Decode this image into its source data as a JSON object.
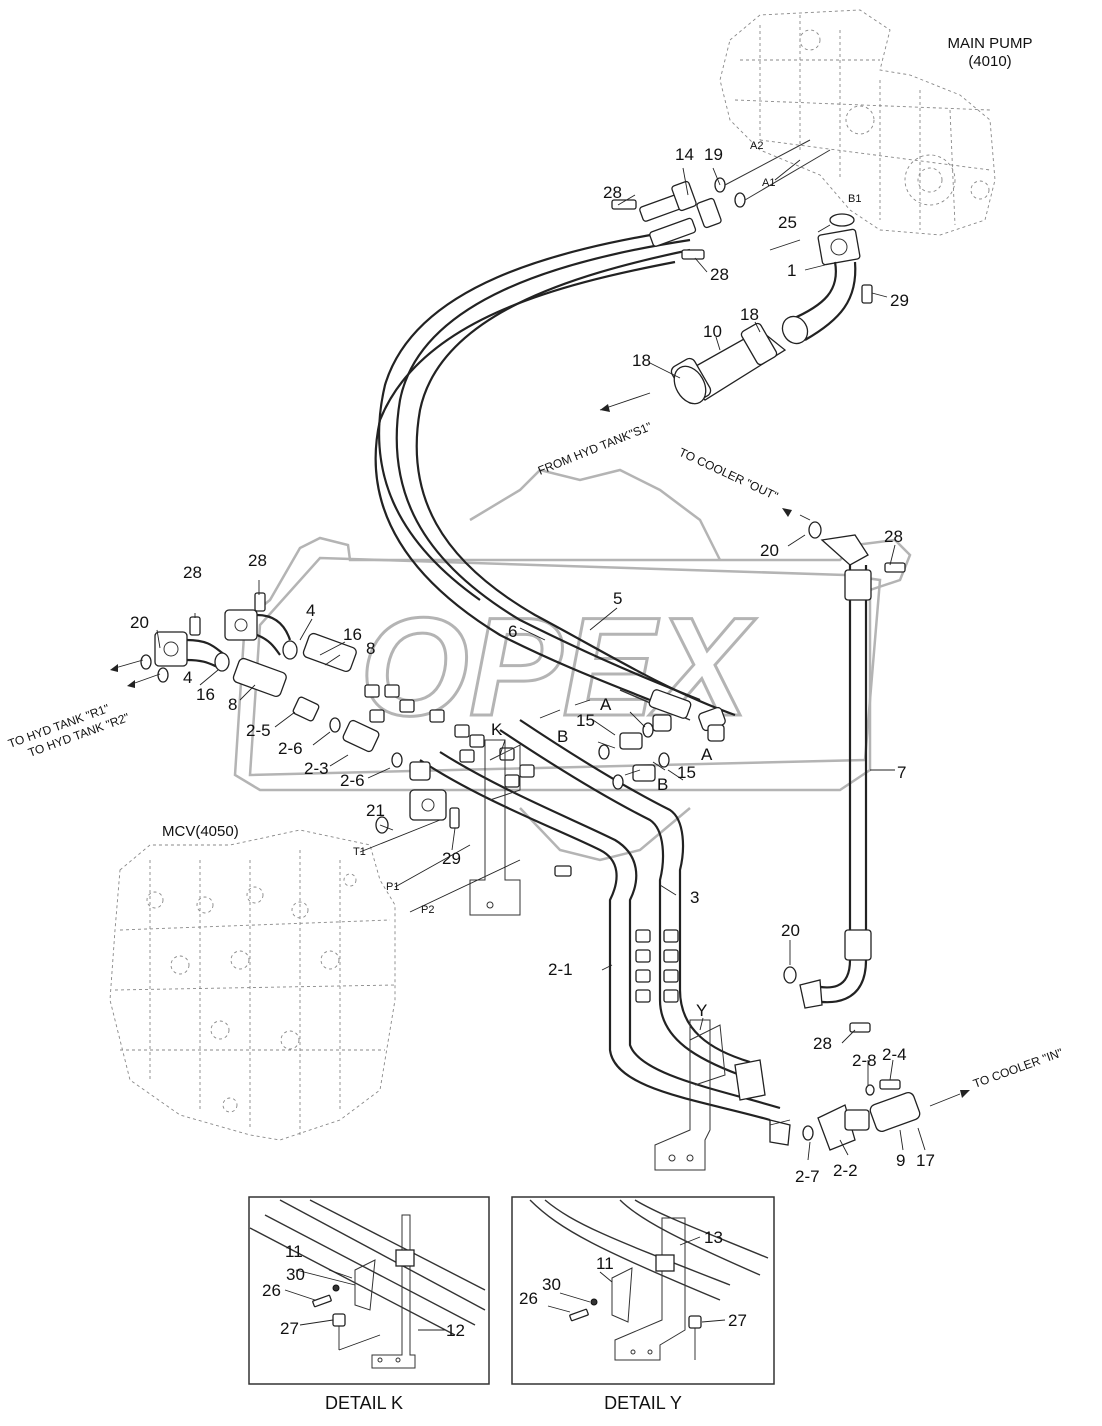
{
  "components": {
    "main_pump": "MAIN PUMP",
    "main_pump_code": "(4010)",
    "mcv": "MCV(4050)"
  },
  "ports": {
    "a1": "A1",
    "a2": "A2",
    "b1": "B1",
    "t1": "T1",
    "p1": "P1",
    "p2": "P2",
    "a_left": "A",
    "a_right": "A",
    "b_left": "B",
    "b_right": "B"
  },
  "directions": {
    "from_tank_s1": "FROM HYD TANK\"S1\"",
    "to_cooler_out": "TO COOLER \"OUT\"",
    "to_cooler_in": "TO COOLER \"IN\"",
    "to_tank_r1": "TO HYD TANK \"R1\"",
    "to_tank_r2": "TO HYD TANK \"R2\""
  },
  "part_labels": {
    "p28a": "28",
    "p14": "14",
    "p19": "19",
    "p25": "25",
    "p28b": "28",
    "p1": "1",
    "p29a": "29",
    "p18a": "18",
    "p10": "10",
    "p18b": "18",
    "p20a": "20",
    "p28c": "28",
    "p28d": "28",
    "p28e": "28",
    "p20b": "20",
    "p4a": "4",
    "p4b": "4",
    "p16a": "16",
    "p16b": "16",
    "p8a": "8",
    "p8b": "8",
    "p5": "5",
    "p6": "6",
    "p2_5": "2-5",
    "p2_6a": "2-6",
    "p2_3": "2-3",
    "p2_6b": "2-6",
    "p15a": "15",
    "p15b": "15",
    "p21": "21",
    "p29b": "29",
    "p7": "7",
    "p3": "3",
    "p2_1": "2-1",
    "p20c": "20",
    "p28f": "28",
    "p2_8": "2-8",
    "p2_4": "2-4",
    "p2_7": "2-7",
    "p2_2": "2-2",
    "p9": "9",
    "p17": "17",
    "k": "K",
    "y": "Y"
  },
  "detail_k": {
    "title": "DETAIL K",
    "labels": {
      "p11": "11",
      "p30": "30",
      "p26": "26",
      "p27": "27",
      "p12": "12"
    }
  },
  "detail_y": {
    "title": "DETAIL Y",
    "labels": {
      "p13": "13",
      "p11": "11",
      "p30": "30",
      "p26": "26",
      "p27": "27"
    }
  },
  "watermark": "OPEX"
}
